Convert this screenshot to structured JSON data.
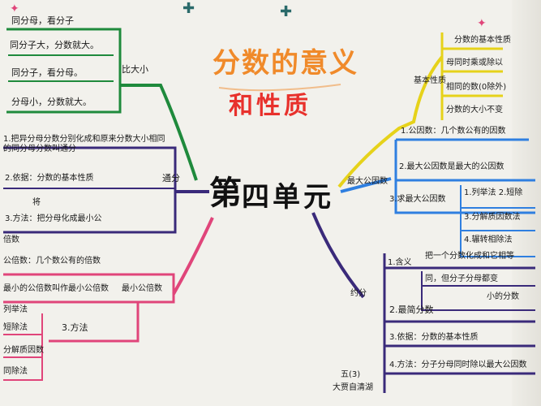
{
  "colors": {
    "title_orange": "#f08a2a",
    "title_red": "#e8312c",
    "green": "#1f8a3c",
    "purple": "#4a2c8c",
    "pink": "#e0457a",
    "yellow": "#e6d21a",
    "blue": "#2f7fe0",
    "dark": "#3a2a6a"
  },
  "decor": {
    "star_icon": "sparkle",
    "plus_icon": "plus"
  },
  "title": {
    "line1": "分数的意义",
    "line2": "和性质"
  },
  "center": {
    "char1": "第",
    "rest": "四单元"
  },
  "left": {
    "compare": {
      "branch": "比大小",
      "branch_sub": "通分",
      "rules": [
        "同分母，看分子",
        "同分子大，分数就大。",
        "同分子，看分母。",
        "分母小，分数就大。"
      ]
    },
    "tongfen": {
      "branch": "通分",
      "items": [
        "1.把异分母分数分别化成和原来分数大小相同的同分母分数叫通分",
        "2.依据：分数的基本性质",
        "3.方法：把分母化成最小公"
      ],
      "extra": [
        "将",
        "倍数"
      ]
    },
    "gongbei": {
      "items": [
        "公倍数：几个数公有的倍数",
        "最小的公倍数叫作最小公倍数"
      ],
      "branch": "最小公倍数",
      "methods_label": "3.方法",
      "methods": [
        "列举法",
        "短除法",
        "分解质因数",
        "同除法"
      ]
    }
  },
  "right": {
    "jiben": {
      "branch": "基本性质",
      "items": [
        "分数的基本性质",
        "母同时乘或除以",
        "相同的数(0除外)",
        "分数的大小不变"
      ]
    },
    "gongyin": {
      "branch": "最大公因数",
      "items": [
        "1.公因数：几个数公有的因数",
        "2.最大公因数是最大的公因数",
        "3.求最大公因数"
      ],
      "methods": [
        "1.列举法 2.短除",
        "3.分解质因数法",
        "4.辗转相除法"
      ]
    },
    "yuefen": {
      "branch": "约分",
      "items": [
        "1.含义",
        "把一个分数化成和它相等",
        "2.最简分数",
        "3.依据：分数的基本性质",
        "4.方法：分子分母同时除以最大公因数"
      ],
      "sub": [
        "同，但分子分母都变",
        "小的分数"
      ]
    }
  },
  "signature": [
    "五(3)",
    "大贾自清湖"
  ]
}
